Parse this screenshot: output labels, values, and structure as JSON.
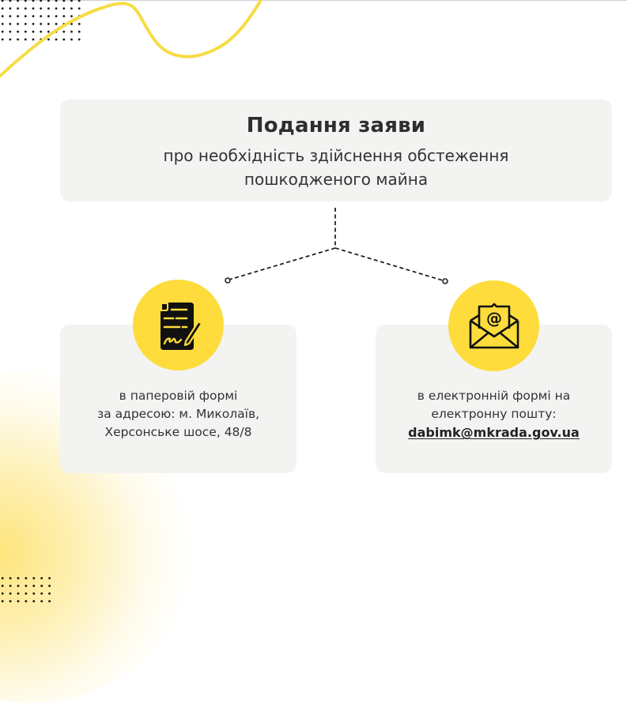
{
  "header": {
    "title": "Подання заяви",
    "subtitle_line1": "про необхідність здійснення обстеження",
    "subtitle_line2": "пошкодженого майна"
  },
  "options": [
    {
      "icon": "signed-document-icon",
      "line1": "в паперовій формі",
      "line2": "за адресою: м. Миколаїв,",
      "line3": "Херсонське шосе, 48/8"
    },
    {
      "icon": "open-envelope-at-icon",
      "line1": "в електронній формі на",
      "line2": "електронну пошту:",
      "email": "dabimk@mkrada.gov.ua"
    }
  ],
  "colors": {
    "accent_yellow": "#fddc3c",
    "card_bg": "#f3f3f2",
    "text": "#2e2e2e"
  }
}
